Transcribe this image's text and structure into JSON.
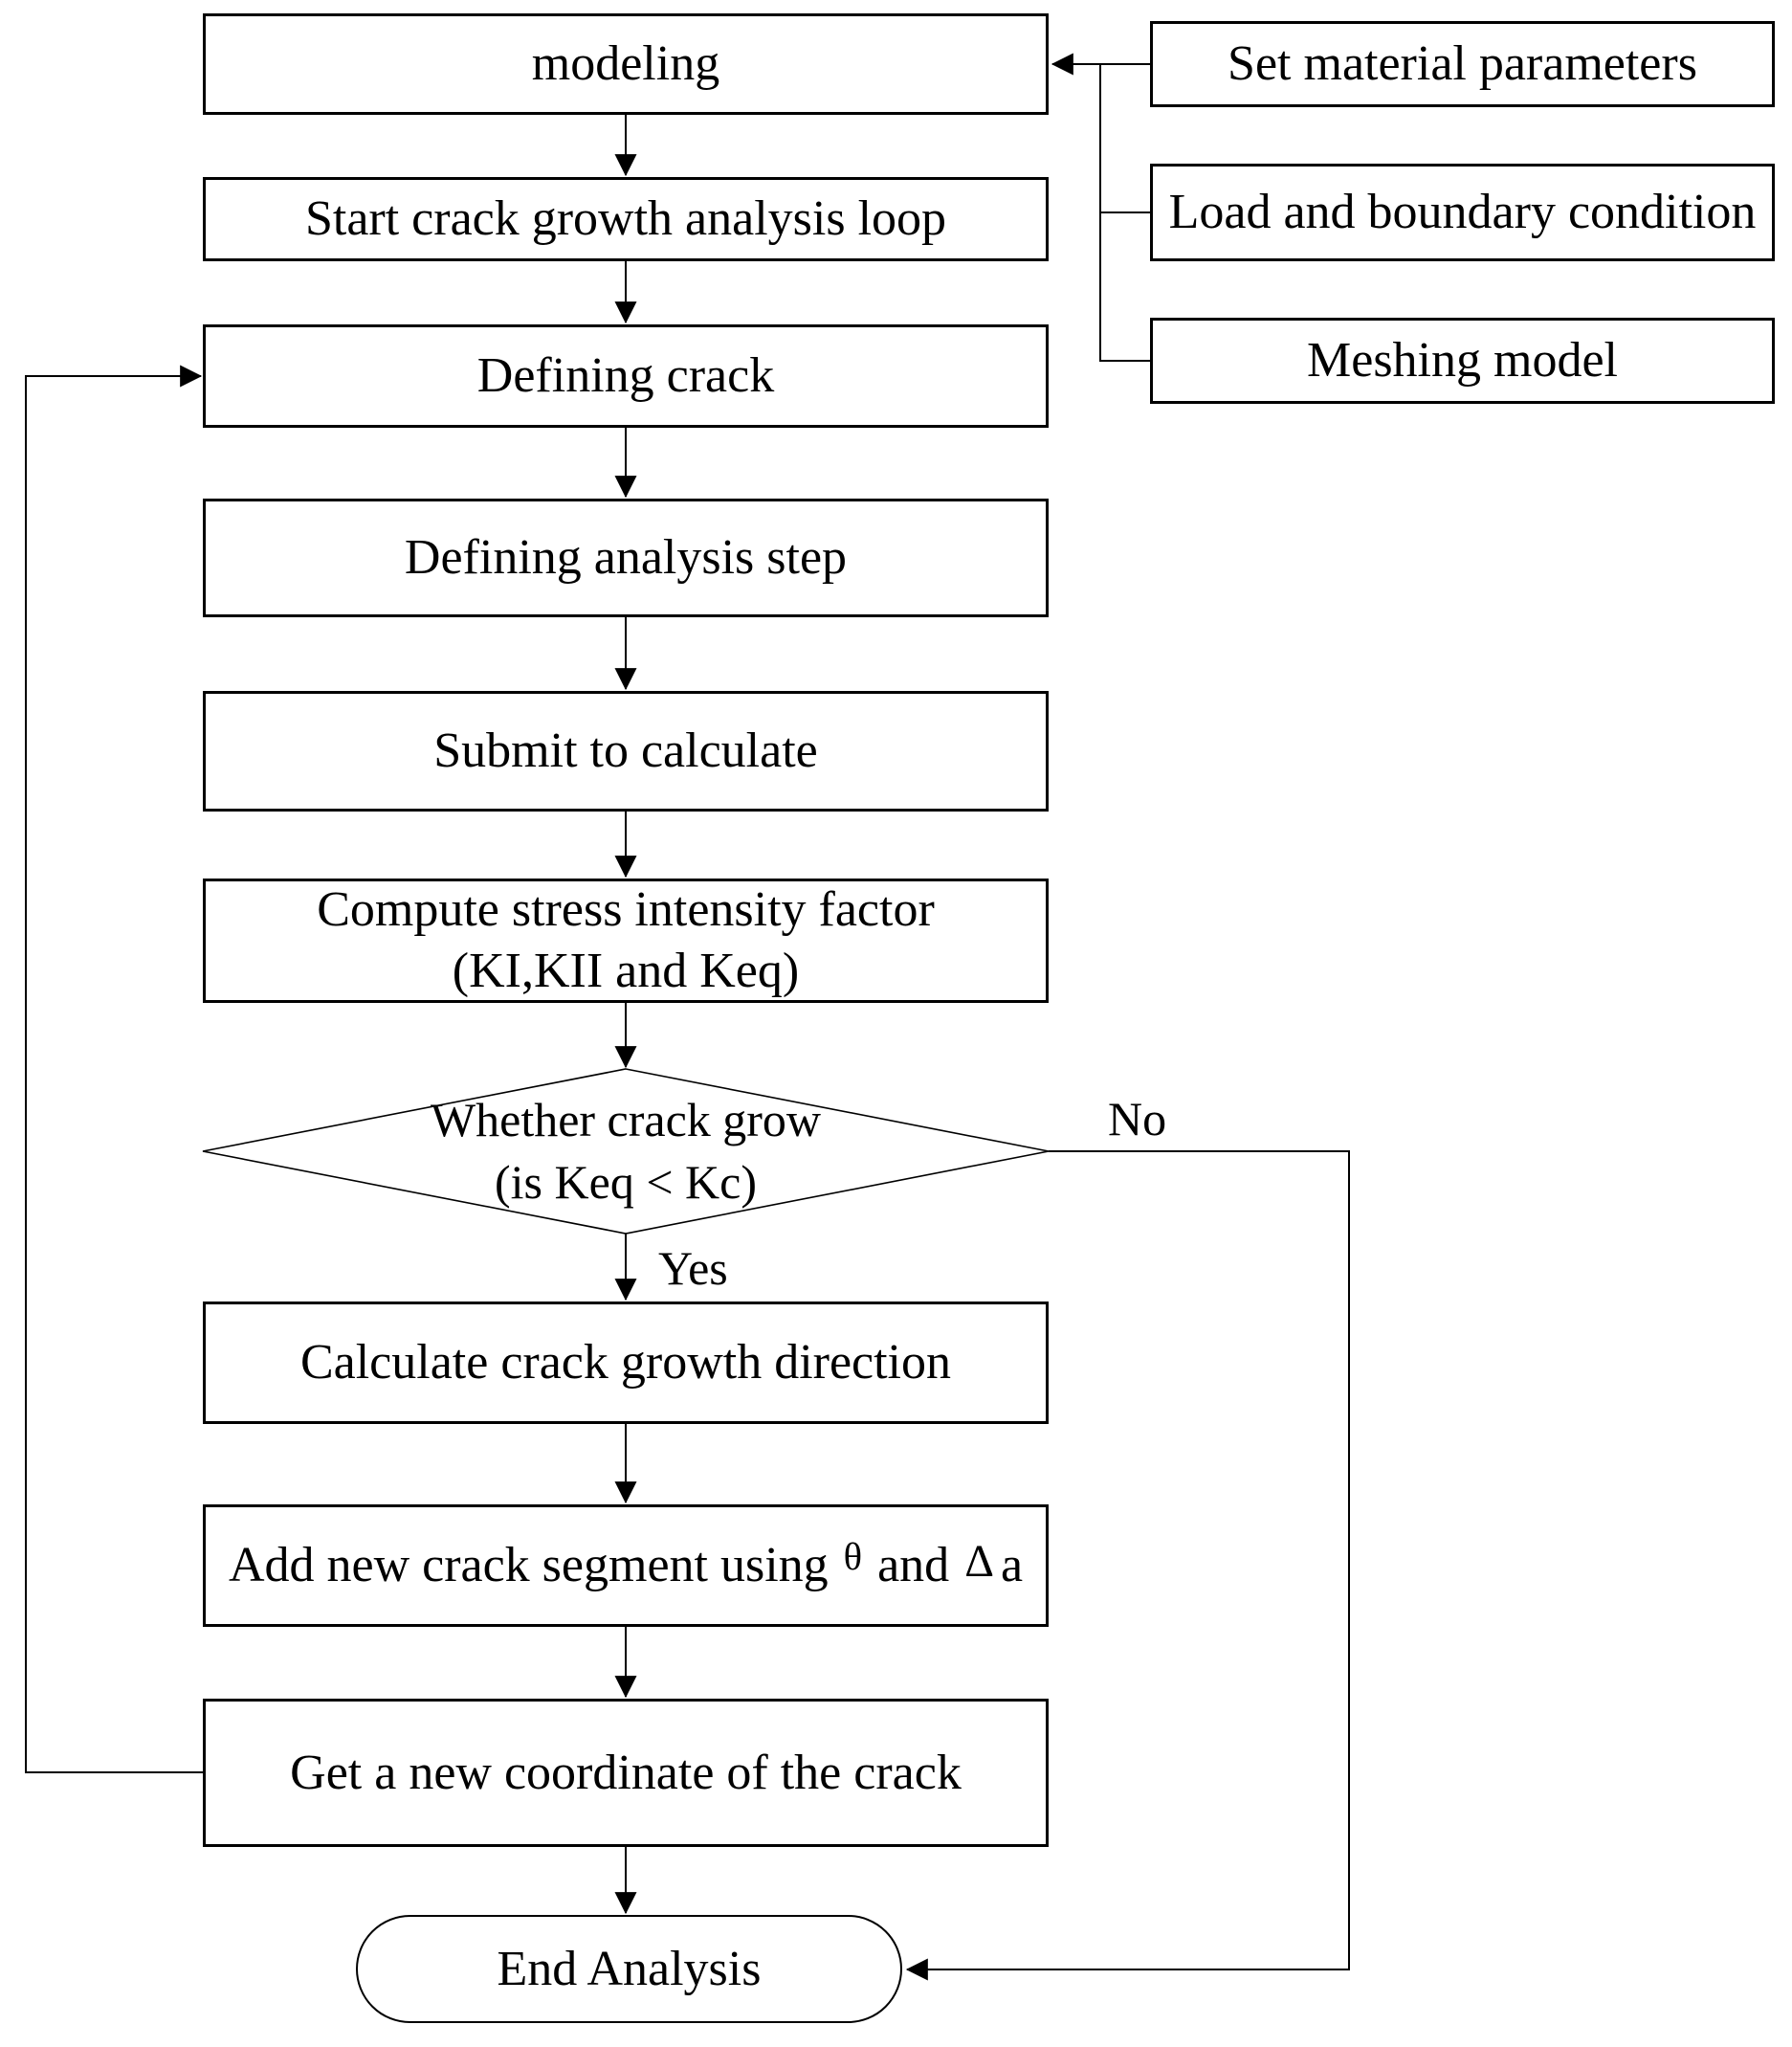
{
  "diagram": {
    "nodes": {
      "modeling": "modeling",
      "start_loop": "Start crack growth analysis loop",
      "defining_crack": "Defining crack",
      "defining_step": "Defining analysis step",
      "submit": "Submit to calculate",
      "compute": {
        "line1": "Compute stress intensity factor",
        "line2": "(KI,KII and Keq)"
      },
      "decision": {
        "line1": "Whether crack grow",
        "line2": "(is Keq < Kc)"
      },
      "calc_direction": "Calculate crack growth direction",
      "add_segment": {
        "p1": "Add new crack segment using",
        "theta": "θ",
        "p2": "and",
        "delta": "Δ",
        "p3": "a"
      },
      "get_coordinate": "Get a new coordinate of the crack",
      "end_analysis": "End Analysis"
    },
    "inputs": {
      "set_material": "Set material parameters",
      "load_boundary": "Load and boundary condition",
      "meshing": "Meshing model"
    },
    "labels": {
      "yes": "Yes",
      "no": "No"
    },
    "colors": {
      "line": "#000000",
      "fill": "#ffffff",
      "text": "#000000"
    }
  }
}
